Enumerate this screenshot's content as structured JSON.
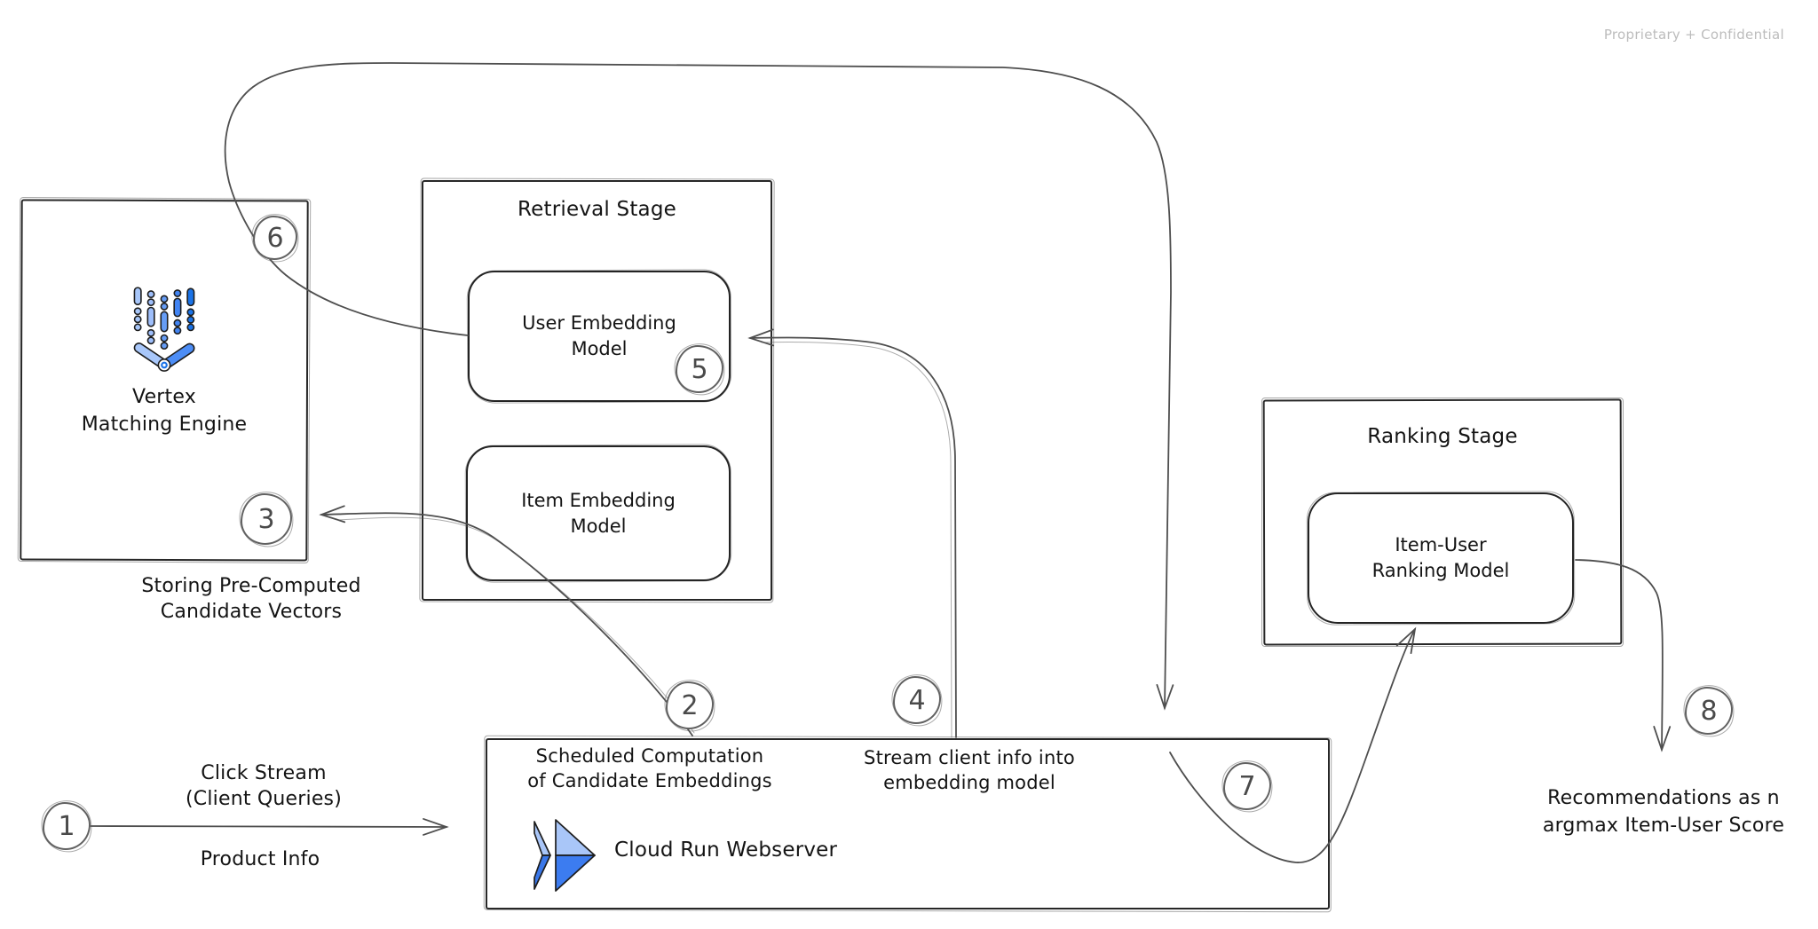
{
  "watermark": "Proprietary + Confidential",
  "vertex_engine": {
    "label": "Vertex\nMatching Engine",
    "caption": "Storing Pre-Computed\nCandidate Vectors",
    "icon": "matching-engine-icon"
  },
  "retrieval_stage": {
    "title": "Retrieval Stage",
    "user_embedding_model": "User Embedding\nModel",
    "item_embedding_model": "Item Embedding\nModel"
  },
  "ranking_stage": {
    "title": "Ranking Stage",
    "item_user_ranking_model": "Item-User\nRanking Model"
  },
  "cloud_run": {
    "label": "Cloud Run Webserver",
    "note_scheduled": "Scheduled Computation\nof Candidate Embeddings",
    "note_stream": "Stream client info into\nembedding model",
    "icon": "cloud-run-icon"
  },
  "flow_labels": {
    "click_stream": "Click Stream\n(Client Queries)",
    "product_info": "Product Info",
    "recommendations": "Recommendations as n\nargmax Item-User Score"
  },
  "steps": [
    "1",
    "2",
    "3",
    "4",
    "5",
    "6",
    "7",
    "8"
  ],
  "colors": {
    "ink": "#272727",
    "wire": "#4e4e4e",
    "step_circle": "#616161",
    "watermark_gray": "#bcbcbc",
    "blue_light": "#a8c7fa",
    "blue_mid": "#669df6",
    "blue_primary": "#4285f4",
    "blue_dark": "#1a73e8",
    "icon_outline": "#1d1d1d"
  }
}
